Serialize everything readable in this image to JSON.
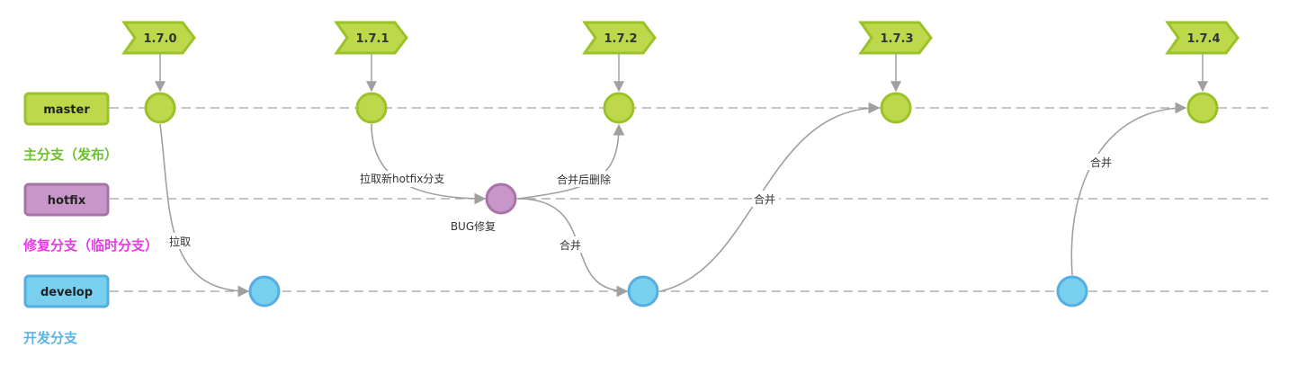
{
  "colors": {
    "master_fill": "#bdd84a",
    "master_stroke": "#9cc229",
    "hotfix_fill": "#c896c8",
    "hotfix_stroke": "#a774a7",
    "develop_fill": "#78cfee",
    "develop_stroke": "#55aee0",
    "master_desc": "#6cc12b",
    "hotfix_desc": "#e63ce6",
    "develop_desc": "#5ab4ea",
    "line": "#a0a0a0"
  },
  "branches": {
    "master": {
      "label": "master",
      "desc": "主分支（发布）"
    },
    "hotfix": {
      "label": "hotfix",
      "desc": "修复分支（临时分支）"
    },
    "develop": {
      "label": "develop",
      "desc": "开发分支"
    }
  },
  "tags": [
    "1.7.0",
    "1.7.1",
    "1.7.2",
    "1.7.3",
    "1.7.4"
  ],
  "edges": {
    "pull": "拉取",
    "pull_new_hotfix": "拉取新hotfix分支",
    "merge_delete": "合并后删除",
    "merge_to_develop": "合并",
    "merge_to_master_173": "合并",
    "merge_to_master_174": "合并"
  },
  "nodes": {
    "bug_fix": "BUG修复"
  }
}
